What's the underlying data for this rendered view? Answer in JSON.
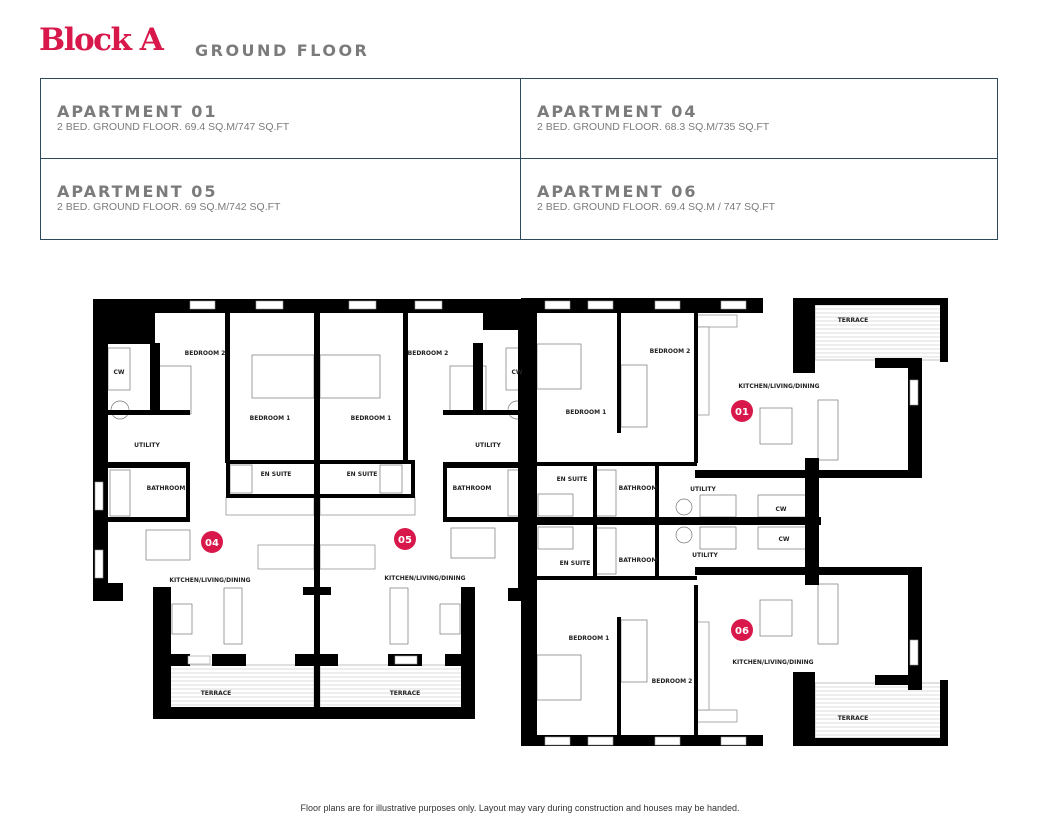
{
  "header": {
    "brand": "Block A",
    "floor": "GROUND FLOOR"
  },
  "apartments": [
    {
      "name": "APARTMENT 01",
      "desc": "2 BED. GROUND FLOOR. 69.4 SQ.M/747 SQ.FT"
    },
    {
      "name": "APARTMENT 04",
      "desc": "2 BED. GROUND FLOOR. 68.3 SQ.M/735 SQ.FT"
    },
    {
      "name": "APARTMENT 05",
      "desc": "2 BED. GROUND FLOOR. 69 SQ.M/742 SQ.FT"
    },
    {
      "name": "APARTMENT 06",
      "desc": "2 BED. GROUND FLOOR. 69.4 SQ.M / 747 SQ.FT"
    }
  ],
  "plan": {
    "badge_color": "#d8184a",
    "badges": {
      "a04": "04",
      "a05": "05",
      "a01": "01",
      "a06": "06"
    },
    "rooms": {
      "bedroom1": "BEDROOM 1",
      "bedroom2": "BEDROOM 2",
      "utility": "UTILITY",
      "bathroom": "BATHROOM",
      "ensuite": "EN SUITE",
      "kld": "KITCHEN/LIVING/DINING",
      "terrace": "TERRACE",
      "cw": "CW"
    }
  },
  "footer": "Floor plans are for illustrative purposes only. Layout may vary during construction and houses may be handed."
}
